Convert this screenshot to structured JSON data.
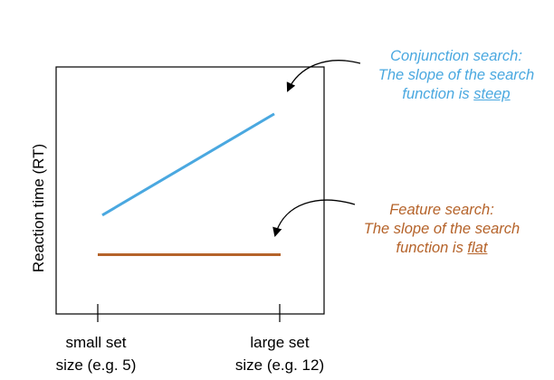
{
  "chart_data": {
    "type": "line",
    "xlabel": "",
    "ylabel": "Reaction time (RT)",
    "x_categories": [
      "small set size (e.g. 5)",
      "large set size (e.g. 12)"
    ],
    "tick_labels": [
      {
        "line1": "small set",
        "line2": "size (e.g. 5)"
      },
      {
        "line1": "large set",
        "line2": "size (e.g. 12)"
      }
    ],
    "y_range": [
      0,
      100
    ],
    "series": [
      {
        "values": [
          40,
          81
        ],
        "color": "#4aa8e0"
      },
      {
        "values": [
          24,
          24
        ],
        "color": "#b5632a"
      }
    ],
    "annotations": [
      {
        "line1": "Conjunction search:",
        "line2": "The slope of the search",
        "line3_prefix": "function is ",
        "line3_emph": "steep",
        "color": "#4aa8e0"
      },
      {
        "line1": "Feature search:",
        "line2": "The slope of the search",
        "line3_prefix": "function is ",
        "line3_emph": "flat",
        "color": "#b5632a"
      }
    ],
    "grid": false,
    "legend": "none"
  }
}
